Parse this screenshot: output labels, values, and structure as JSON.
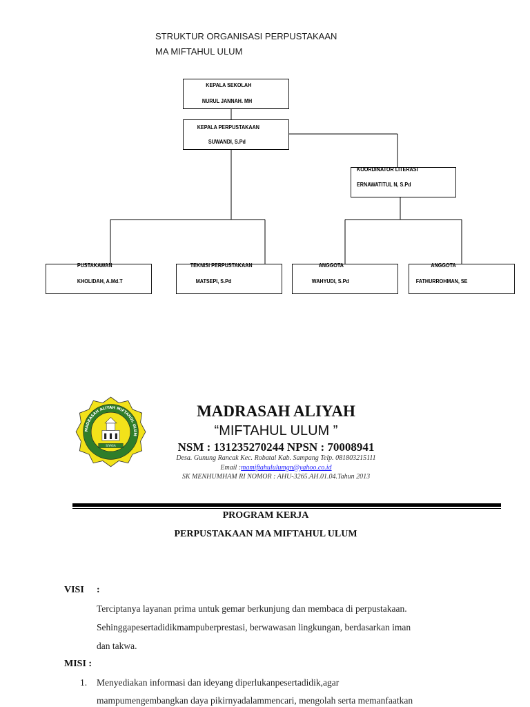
{
  "org_chart": {
    "title_line1": "STRUKTUR ORGANISASI PERPUSTAKAAN",
    "title_line2": "MA MIFTAHUL ULUM",
    "boxes": {
      "kepala_sekolah": {
        "role": "KEPALA SEKOLAH",
        "name": "NURUL JANNAH. MH"
      },
      "kepala_perpustakaan": {
        "role": "KEPALA PERPUSTAKAAN",
        "name": "SUWANDI, S.Pd"
      },
      "koordinator_literasi": {
        "role": "KOORDINATOR LITERASI",
        "name": "ERNAWATITUL N, S.Pd"
      },
      "pustakawan": {
        "role": "PUSTAKAWAN",
        "name": "KHOLIDAH, A.Md.T"
      },
      "teknisi": {
        "role": "TEKNISI PERPUSTAKAAN",
        "name": "MATSEPI, S.Pd"
      },
      "anggota1": {
        "role": "ANGGOTA",
        "name": "WAHYUDI, S.Pd"
      },
      "anggota2": {
        "role": "ANGGOTA",
        "name": "FATHURROHMAN, SE"
      }
    }
  },
  "letterhead": {
    "name": "MADRASAH ALIYAH",
    "quoted_name": "“MIFTAHUL ULUM ”",
    "nsm_npsn": "NSM : 131235270244 NPSN : 70008941",
    "address": "Desa. Gunung Rancak Kec. Robatal Kab. Sampang Telp. 081803215111",
    "email_label": "Email :",
    "email": "mamiftahululumgn@yahoo.co.id",
    "sk": "SK MENHUMHAM RI NOMOR : AHU-3265.AH.01.04.Tahun 2013",
    "logo": {
      "icon": "school-emblem-icon",
      "ring_text": "MADRASAH ALIYAH MIFTAHUL ULUM",
      "motto": "SIYASA"
    }
  },
  "document": {
    "title1": "PROGRAM KERJA",
    "title2": "PERPUSTAKAAN MA MIFTAHUL ULUM",
    "visi_label": "VISI",
    "visi_colon": ":",
    "visi_lines": [
      "Terciptanya layanan prima untuk gemar berkunjung dan membaca di perpustakaan.",
      "Sehinggapesertadidikmampuberprestasi, berwawasan lingkungan, berdasarkan iman",
      "dan takwa."
    ],
    "misi_label": "MISI :",
    "misi_number": "1.",
    "misi_lines": [
      "Menyediakan informasi dan ideyang diperlukanpesertadidik,agar",
      "mampumengembangkan daya pikirnyadalammencari, mengolah serta memanfaatkan"
    ]
  },
  "colors": {
    "emblem_yellow": "#f2e21a",
    "emblem_green": "#2f7d2a",
    "email_link": "#1a1aff"
  }
}
